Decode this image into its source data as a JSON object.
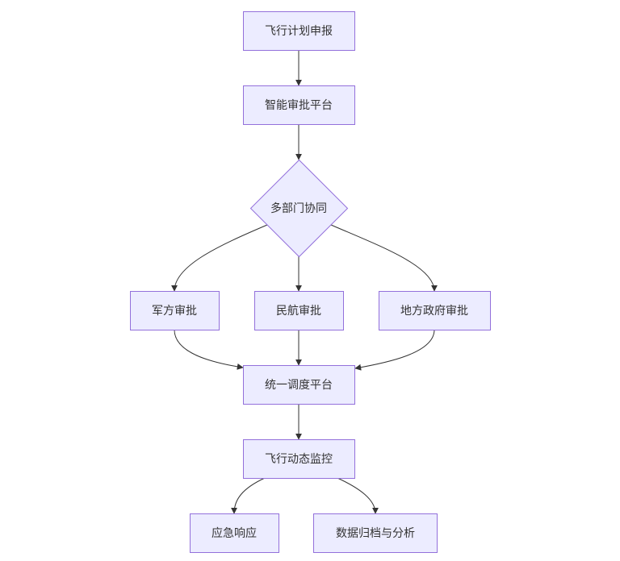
{
  "nodes": {
    "flight_plan": "飞行计划申报",
    "smart_approval": "智能审批平台",
    "multi_dept": "多部门协同",
    "military": "军方审批",
    "civil_aviation": "民航审批",
    "local_gov": "地方政府审批",
    "dispatch": "统一调度平台",
    "monitoring": "飞行动态监控",
    "emergency": "应急响应",
    "archive": "数据归档与分析"
  },
  "colors": {
    "node_fill": "#ECECFF",
    "node_stroke": "#9370DB",
    "edge": "#333333",
    "text": "#333333"
  }
}
